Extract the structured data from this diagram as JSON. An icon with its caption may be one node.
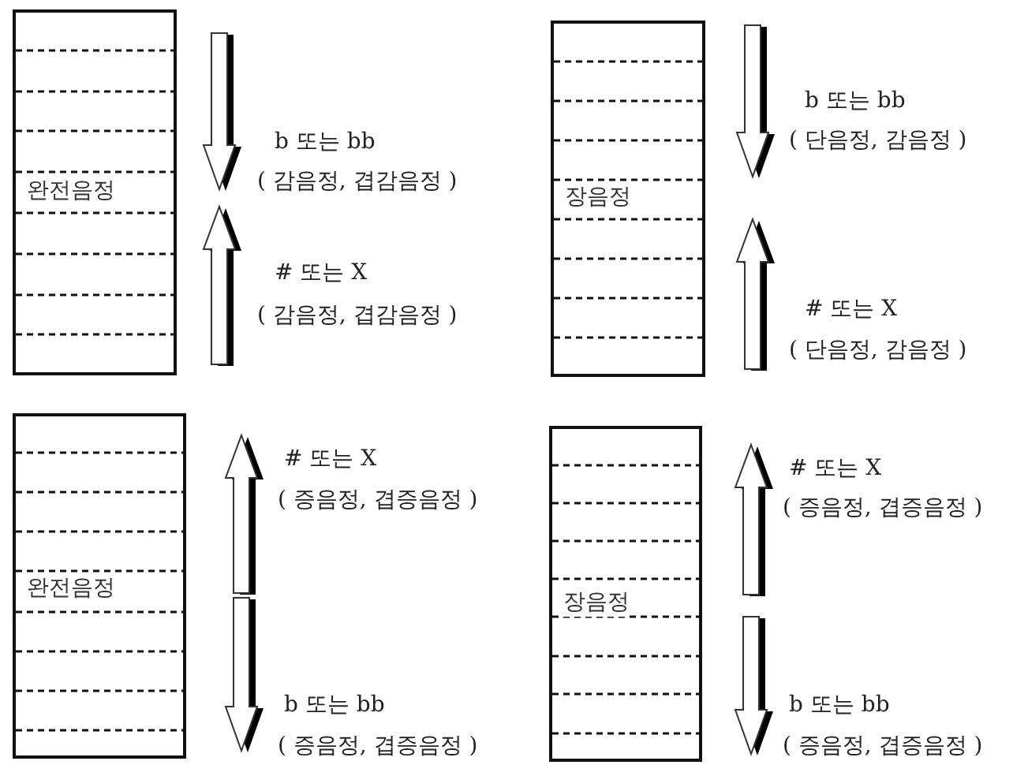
{
  "diagram": {
    "nodes": [
      {
        "text": [
          "완전음정"
        ]
      },
      {
        "text": [
          "장음정"
        ]
      },
      {
        "text": [
          "완전음정"
        ]
      },
      {
        "text": [
          "장음정"
        ]
      }
    ],
    "labels": [
      "b 또는 bb",
      "( 감음정, 겹감음정 )",
      "# 또는 X",
      "( 감음정, 겹감음정 )",
      "b 또는 bb",
      "( 단음정, 감음정 )",
      "# 또는 X",
      "( 단음정, 감음정 )",
      "# 또는 X",
      "( 증음정, 겹증음정 )",
      "b 또는 bb",
      "( 증음정, 겹증음정 )",
      "# 또는 X",
      "( 증음정, 겹증음정 )",
      "b 또는 bb",
      "( 증음정, 겹증음정 )"
    ]
  }
}
